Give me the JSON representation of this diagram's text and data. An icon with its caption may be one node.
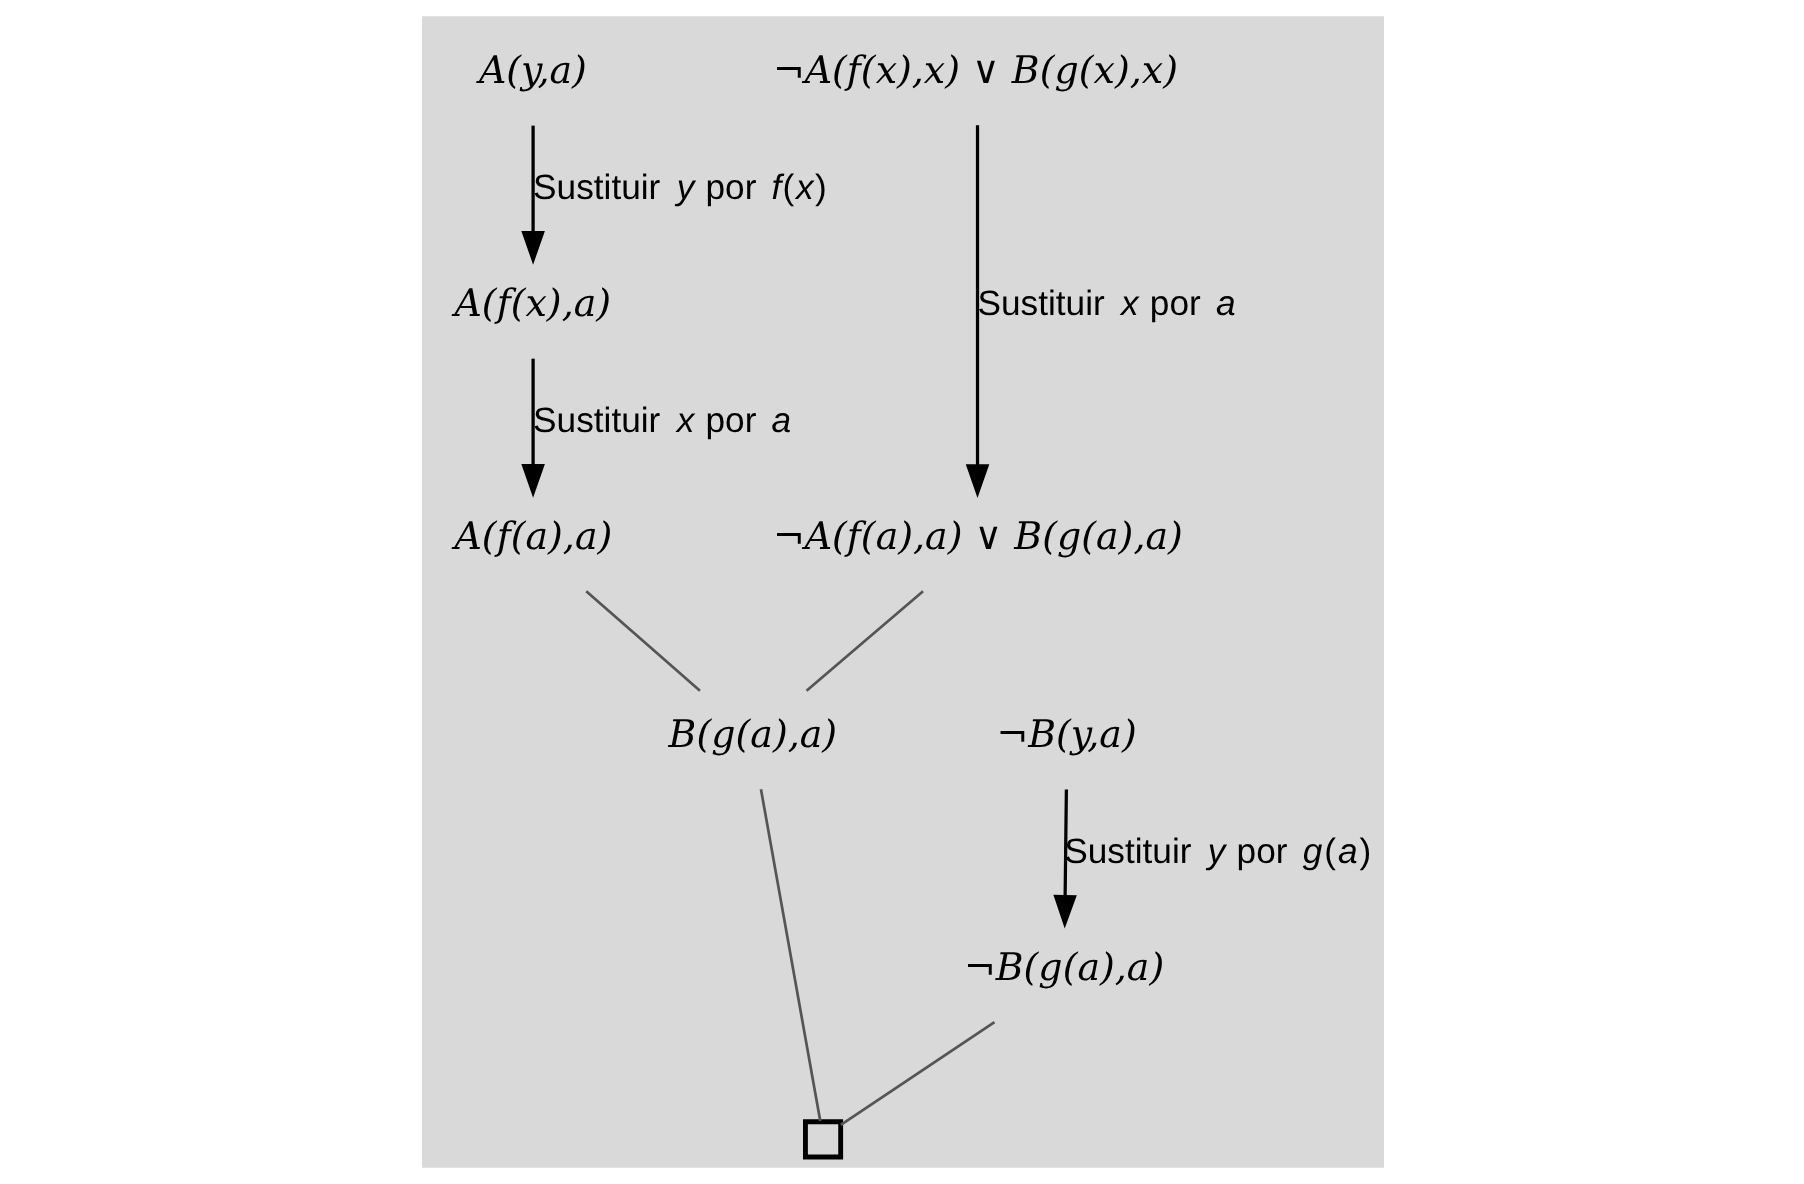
{
  "diagram": {
    "nodes": [
      {
        "text": [
          "A(y,a)"
        ]
      },
      {
        "text": [
          "¬A(f(x),x) ∨ B(g(x),x)"
        ]
      },
      {
        "text": [
          "A(f(x),a)"
        ]
      },
      {
        "text": [
          "A(f(a),a)"
        ]
      },
      {
        "text": [
          "¬A(f(a),a) ∨ B(g(a),a)"
        ]
      },
      {
        "text": [
          "B(g(a),a)"
        ]
      },
      {
        "text": [
          "¬B(y,a)"
        ]
      },
      {
        "text": [
          "¬B(g(a),a)"
        ]
      },
      {
        "text": [],
        "shape": "box"
      }
    ],
    "edges": [
      {
        "from": 0,
        "to": 2,
        "arrow": "to",
        "label": "Sustituir *y* por *f*(*x*)"
      },
      {
        "from": 1,
        "to": 4,
        "arrow": "to",
        "label": "Sustituir *x* por *a*"
      },
      {
        "from": 2,
        "to": 3,
        "arrow": "to",
        "label": "Sustituir *x* por *a*"
      },
      {
        "from": 3,
        "to": 5,
        "arrow": "none"
      },
      {
        "from": 4,
        "to": 5,
        "arrow": "none"
      },
      {
        "from": 6,
        "to": 7,
        "arrow": "to",
        "label": "Sustituir *y* por *g*(*a*)"
      },
      {
        "from": 5,
        "to": 8,
        "arrow": "none"
      },
      {
        "from": 7,
        "to": 8,
        "arrow": "none"
      }
    ]
  }
}
